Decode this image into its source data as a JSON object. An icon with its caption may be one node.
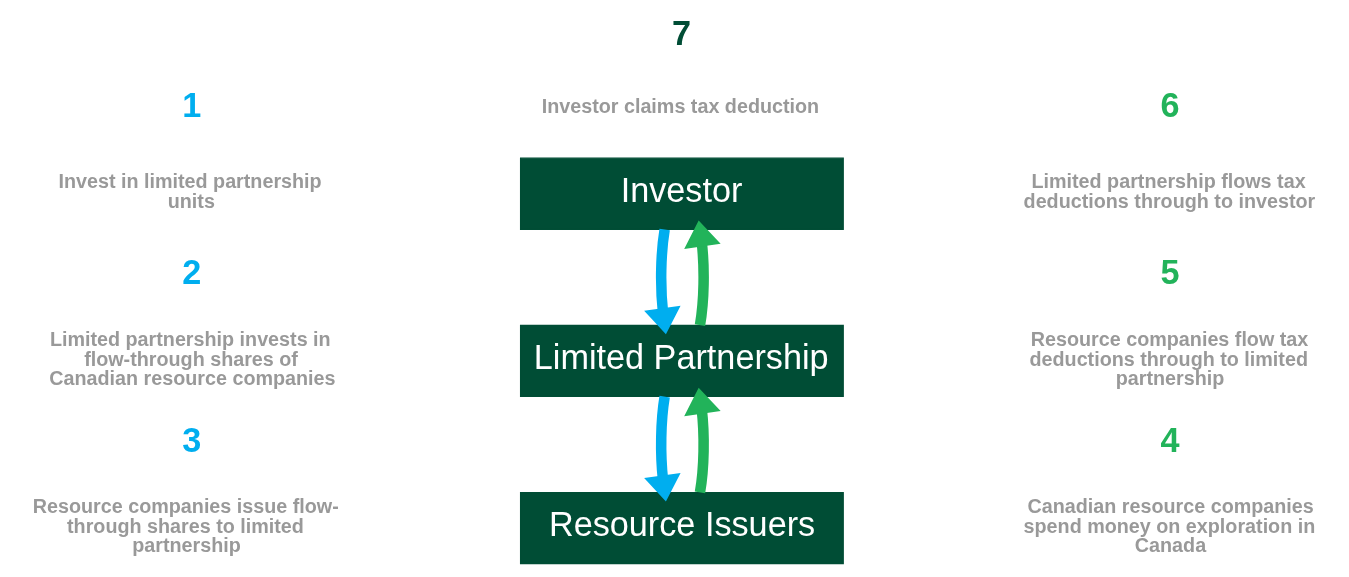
{
  "diagram": {
    "nodes": [
      {
        "text": [
          "Investor"
        ]
      },
      {
        "text": [
          "Limited Partnership"
        ]
      },
      {
        "text": [
          "Resource Issuers"
        ]
      }
    ],
    "edges": [
      {
        "from": 0,
        "to": 1,
        "arrow": "to",
        "color": "#00aeef"
      },
      {
        "from": 1,
        "to": 2,
        "arrow": "to",
        "color": "#00aeef"
      },
      {
        "from": 2,
        "to": 1,
        "arrow": "to",
        "color": "#22b35a"
      },
      {
        "from": 1,
        "to": 0,
        "arrow": "to",
        "color": "#22b35a"
      }
    ],
    "labels": [
      "7",
      "Investor claims tax deduction",
      "1",
      "Invest in limited partnership units",
      "6",
      "Limited partnership flows tax deductions through to investor",
      "2",
      "Limited partnership invests in flow-through shares of Canadian resource companies",
      "5",
      "Resource companies flow tax deductions through to limited partnership",
      "3",
      "Resource companies issue flow-through shares to limited partnership",
      "4",
      "Canadian resource companies spend money on exploration in Canada"
    ]
  }
}
